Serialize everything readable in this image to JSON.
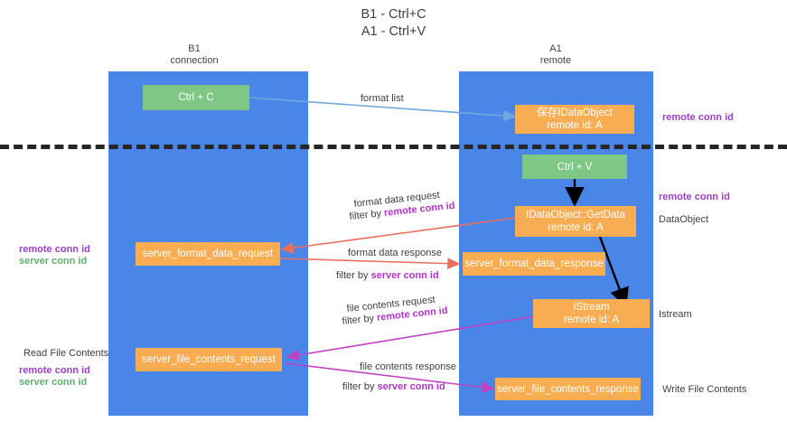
{
  "title": {
    "line1": "B1 - Ctrl+C",
    "line2": "A1 - Ctrl+V"
  },
  "lanes": [
    {
      "name": "B1",
      "sub": "connection"
    },
    {
      "name": "A1",
      "sub": "remote"
    }
  ],
  "nodes": {
    "ctrl_c": "Ctrl + C",
    "ctrl_v": "Ctrl + V",
    "idataobject_save_l1": "保存IDataObject",
    "idataobject_save_l2": "remote id: A",
    "getdata_l1": "IDataObject::GetData",
    "getdata_l2": "remote id: A",
    "istream_l1": "IStream",
    "istream_l2": "remote id: A",
    "server_format_data_request": "server_format_data_request",
    "server_format_data_response": "server_format_data_response",
    "server_file_contents_request": "server_file_contents_request",
    "server_file_contents_response": "server_file_contents_response"
  },
  "edge_labels": {
    "format_list": "format list",
    "format_data_request": "format data request",
    "format_data_request_filter_prefix": "filter by ",
    "format_data_request_filter_value": "remote conn id",
    "format_data_response": "format data response",
    "format_data_response_filter_prefix": "filter by ",
    "format_data_response_filter_value": "server conn id",
    "file_contents_request": "file contents request",
    "file_contents_request_filter_prefix": "filter by ",
    "file_contents_request_filter_value": "remote conn id",
    "file_contents_response": "file contents response",
    "file_contents_response_filter_prefix": "filter by ",
    "file_contents_response_filter_value": "server conn id"
  },
  "side_labels": {
    "right_remote_conn_id_top": "remote conn id",
    "right_remote_conn_id_mid": "remote conn id",
    "right_dataobject": "DataObject",
    "right_istream": "Istream",
    "right_write_file_contents": "Write File Contents",
    "left_remote_conn_id_mid": "remote conn id",
    "left_server_conn_id_mid": "server conn id",
    "left_read_file_contents": "Read File Contents",
    "left_remote_conn_id_bottom": "remote conn id",
    "left_server_conn_id_bottom": "server conn id"
  },
  "colors": {
    "lane": "#4a86e8",
    "green_node": "#7ec784",
    "orange_node": "#f9ad52",
    "divider": "#262626",
    "arrow_format_list": "#6fa8dc",
    "arrow_format_data": "#e8705e",
    "arrow_file_contents": "#c042c0",
    "arrow_internal": "#000000",
    "purple_text": "#9b3fc4",
    "green_text": "#62b06b"
  }
}
